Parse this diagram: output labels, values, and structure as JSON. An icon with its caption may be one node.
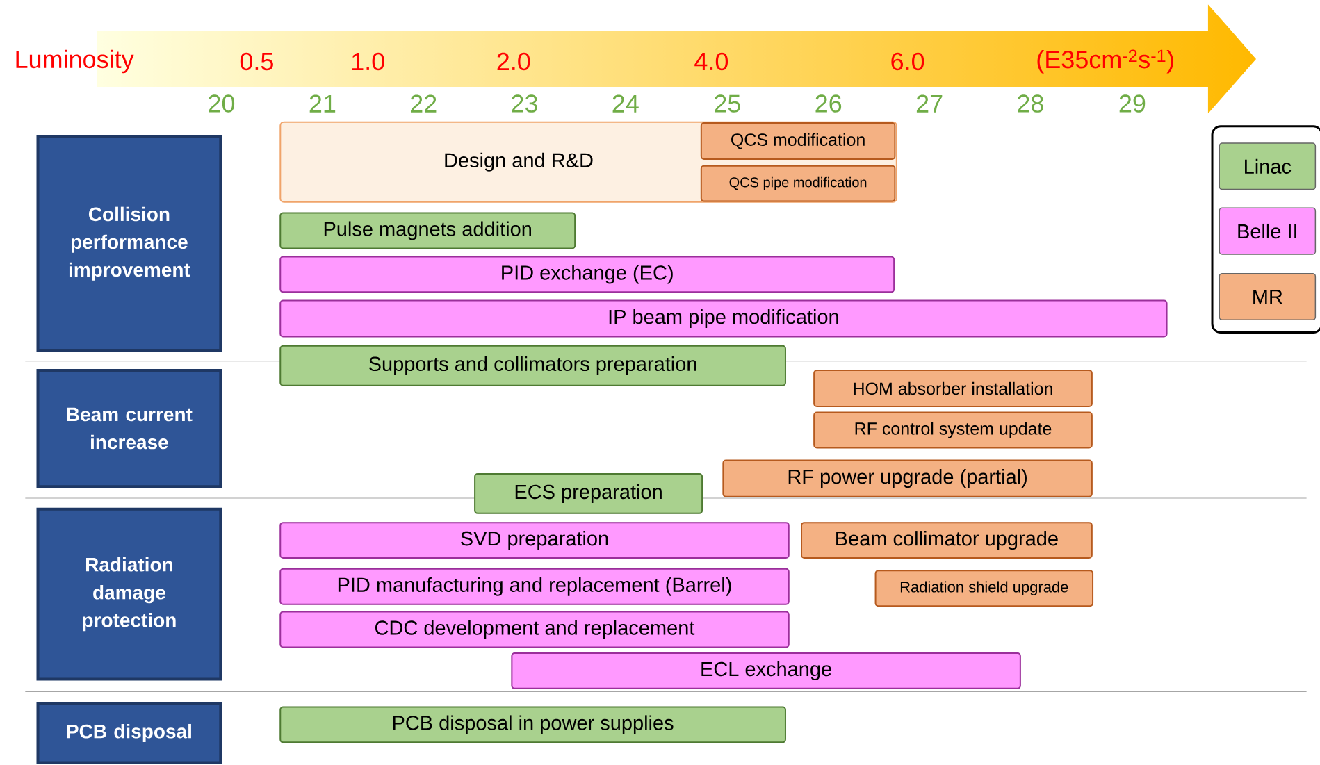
{
  "diagram": {
    "nodes": [
      {
        "text": [
          "Collision performance improvement"
        ]
      },
      {
        "text": [
          "Beam current increase"
        ]
      },
      {
        "text": [
          "Radiation damage protection"
        ]
      },
      {
        "text": [
          "PCB disposal"
        ]
      },
      {
        "text": [
          "Design and R&D"
        ]
      },
      {
        "text": [
          "QCS modification"
        ],
        "in": 4
      },
      {
        "text": [
          "QCS pipe modification"
        ],
        "in": 4
      },
      {
        "text": [
          "Pulse magnets addition"
        ]
      },
      {
        "text": [
          "PID exchange (EC)"
        ]
      },
      {
        "text": [
          "IP beam pipe modification"
        ]
      },
      {
        "text": [
          "Supports and collimators preparation"
        ]
      },
      {
        "text": [
          "HOM absorber installation"
        ]
      },
      {
        "text": [
          "RF control system update"
        ]
      },
      {
        "text": [
          "ECS preparation"
        ]
      },
      {
        "text": [
          "RF power upgrade (partial)"
        ]
      },
      {
        "text": [
          "SVD preparation"
        ]
      },
      {
        "text": [
          "Beam collimator upgrade"
        ]
      },
      {
        "text": [
          "PID manufacturing and replacement (Barrel)"
        ]
      },
      {
        "text": [
          "Radiation shield upgrade"
        ]
      },
      {
        "text": [
          "CDC development and replacement"
        ]
      },
      {
        "text": [
          "ECL exchange"
        ]
      },
      {
        "text": [
          "PCB disposal in power supplies"
        ]
      }
    ],
    "labels": [
      "Luminosity",
      "0.5",
      "1.0",
      "2.0",
      "4.0",
      "6.0",
      "(E35cm$^{-2}$s$^{-1}$)",
      "20",
      "21",
      "22",
      "23",
      "24",
      "25",
      "26",
      "27",
      "28",
      "29"
    ],
    "legend": [
      {
        "text": "Linac",
        "color": "#a9d18e"
      },
      {
        "text": "Belle II",
        "color": "#ff99ff"
      },
      {
        "text": "MR",
        "color": "#f4b183"
      }
    ]
  }
}
